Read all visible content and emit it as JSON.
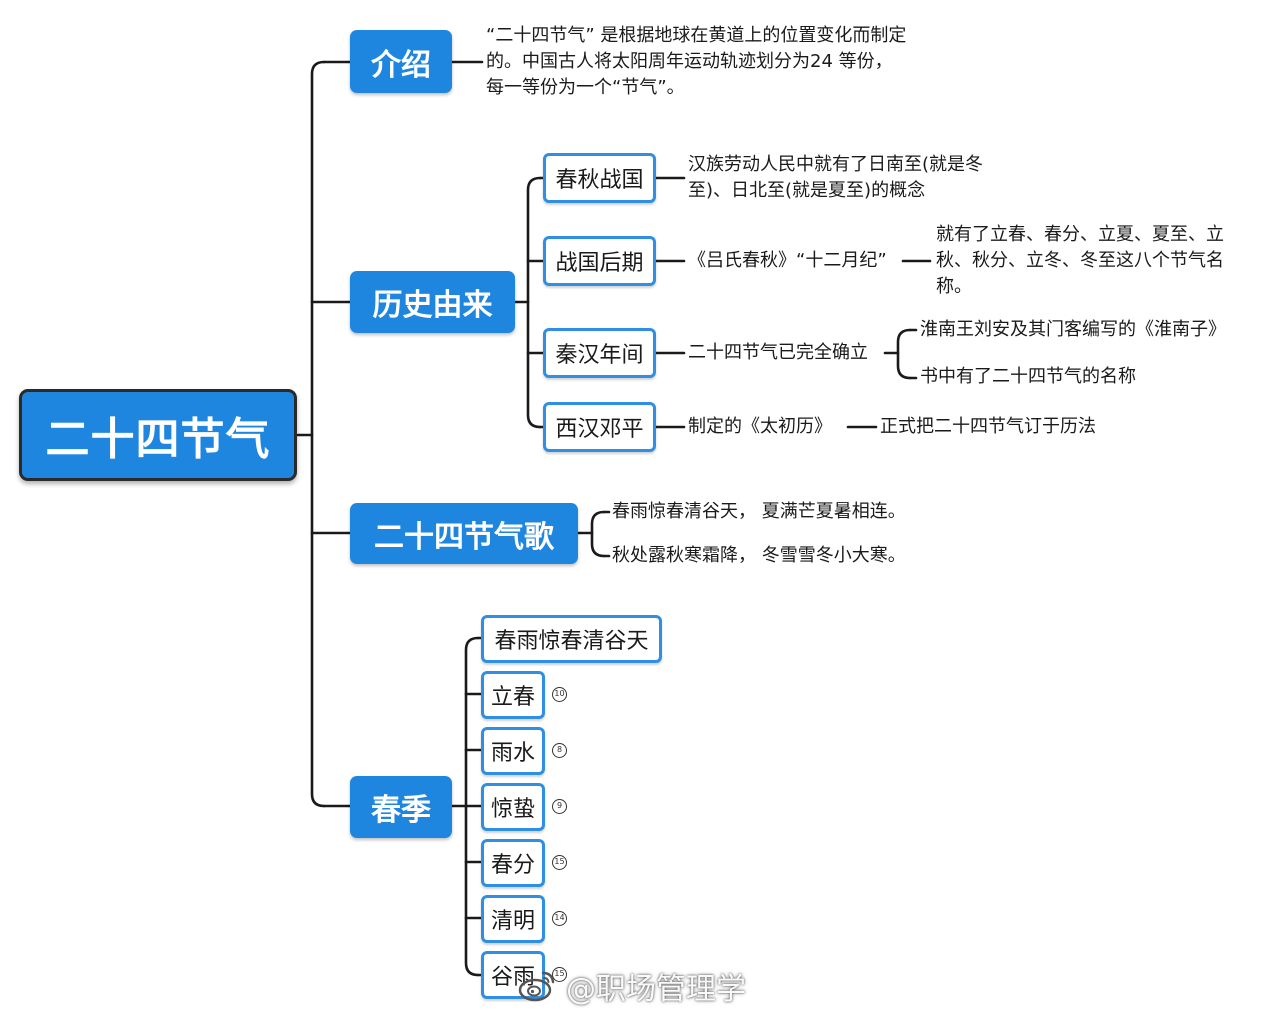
{
  "root": "二十四节气",
  "intro": {
    "label": "介绍",
    "lines": [
      "“二十四节气” 是根据地球在黄道上的位置变化而制定",
      "的。中国古人将太阳周年运动轨迹划分为24 等份，",
      "每一等份为一个“节气”。"
    ]
  },
  "history": {
    "label": "历史由来",
    "items": [
      {
        "label": "春秋战国",
        "lines": [
          "汉族劳动人民中就有了日南至(就是冬",
          "至)、日北至(就是夏至)的概念"
        ]
      },
      {
        "label": "战国后期",
        "text": "《吕氏春秋》“十二月纪”",
        "lines": [
          "就有了立春、春分、立夏、夏至、立",
          "秋、秋分、立冬、冬至这八个节气名",
          "称。"
        ]
      },
      {
        "label": "秦汉年间",
        "text": "二十四节气已完全确立",
        "sub": [
          "淮南王刘安及其门客编写的《淮南子》",
          "书中有了二十四节气的名称"
        ]
      },
      {
        "label": "西汉邓平",
        "text": "制定的《太初历》",
        "text2": "正式把二十四节气订于历法"
      }
    ]
  },
  "song": {
    "label": "二十四节气歌",
    "lines": [
      "春雨惊春清谷天， 夏满芒夏暑相连。",
      "秋处露秋寒霜降， 冬雪雪冬小大寒。"
    ]
  },
  "spring": {
    "label": "春季",
    "heading": "春雨惊春清谷天",
    "terms": [
      {
        "name": "立春",
        "num": "10"
      },
      {
        "name": "雨水",
        "num": "8"
      },
      {
        "name": "惊蛰",
        "num": "9"
      },
      {
        "name": "春分",
        "num": "15"
      },
      {
        "name": "清明",
        "num": "14"
      },
      {
        "name": "谷雨",
        "num": "15"
      }
    ]
  },
  "watermark": "@职场管理学",
  "colors": {
    "node_blue": "#1f86e0",
    "box_border": "#2f8fe3",
    "connector": "#1a1a1a"
  }
}
